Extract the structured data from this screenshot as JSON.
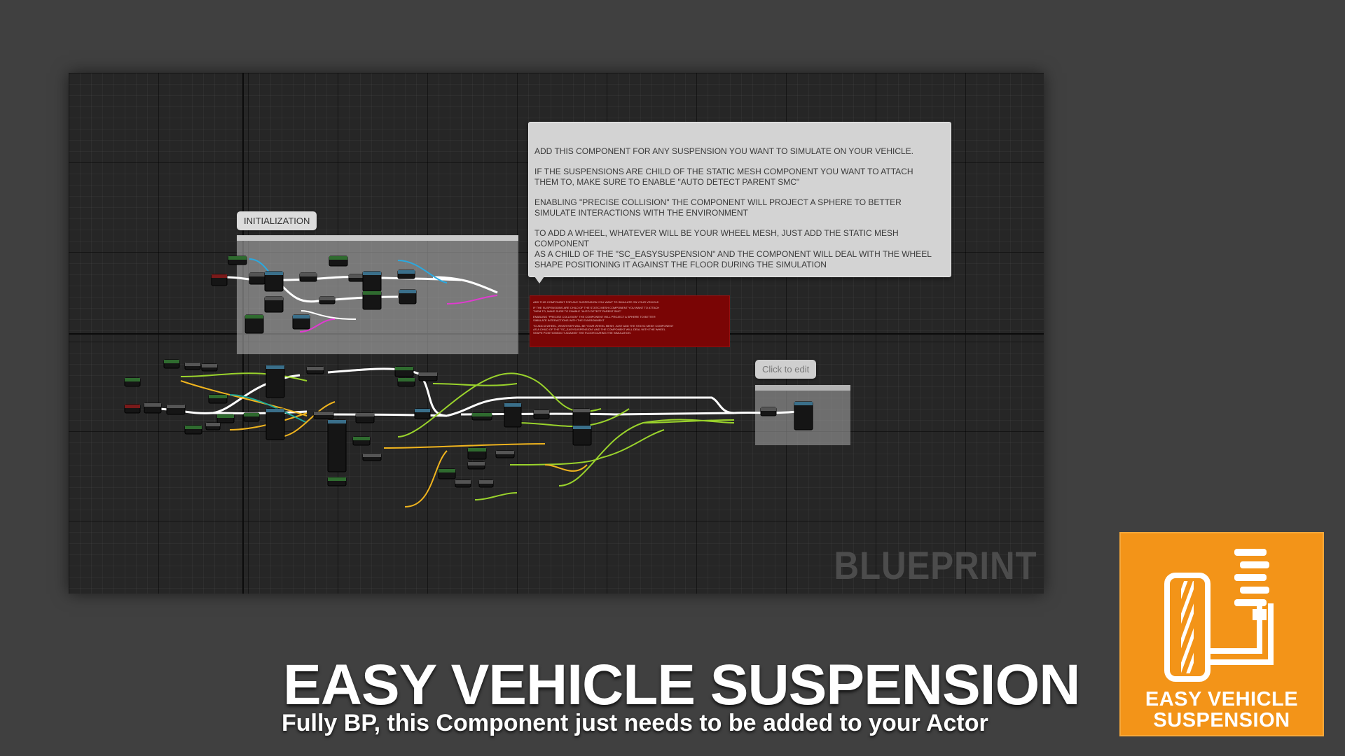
{
  "graph": {
    "comments": {
      "initialization": "INITIALIZATION",
      "click_to_edit": "Click to edit"
    },
    "note": [
      "ADD THIS COMPONENT FOR ANY SUSPENSION YOU WANT TO SIMULATE ON YOUR VEHICLE.",
      "IF THE SUSPENSIONS ARE CHILD OF THE STATIC MESH COMPONENT YOU WANT TO ATTACH\nTHEM TO, MAKE SURE TO ENABLE \"AUTO DETECT PARENT SMC\"",
      "ENABLING \"PRECISE COLLISION\" THE COMPONENT WILL PROJECT A SPHERE TO BETTER\nSIMULATE INTERACTIONS WITH THE ENVIRONMENT",
      "TO ADD A WHEEL, WHATEVER WILL BE YOUR WHEEL MESH, JUST ADD THE STATIC MESH COMPONENT\nAS A CHILD OF THE \"SC_EASYSUSPENSION\" AND THE COMPONENT WILL DEAL WITH THE WHEEL\nSHAPE POSITIONING IT AGAINST THE FLOOR DURING THE SIMULATION"
    ],
    "watermark": "BLUEPRINT"
  },
  "title": "EASY VEHICLE SUSPENSION",
  "subtitle": "Fully BP, this Component just needs to be added to your Actor",
  "logo": {
    "line1": "EASY VEHICLE",
    "line2": "SUSPENSION",
    "icon": "suspension-spring-icon",
    "color": "#f39418"
  },
  "colors": {
    "exec_wire": "#ffffff",
    "float_wire": "#9ad32c",
    "vector_wire": "#f0b41e",
    "object_wire": "#2aa9e0",
    "struct_wire": "#e03ad0",
    "teal_wire": "#1ea89a"
  }
}
